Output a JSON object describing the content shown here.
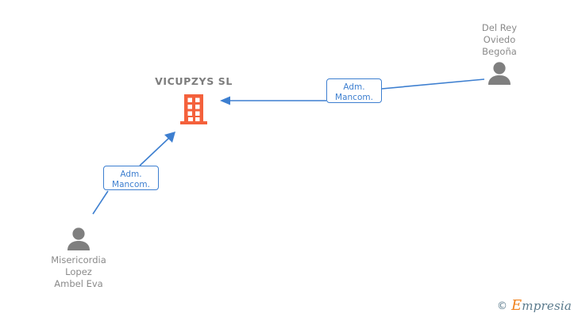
{
  "diagram": {
    "type": "org-relationship-graph",
    "background_color": "#FFFFFF",
    "company": {
      "name": "VICUPZYS  SL",
      "icon": "building-icon",
      "icon_color": "#F4613C",
      "text_color": "#7D7D7D"
    },
    "people": [
      {
        "id": "del-rey-oviedo-begona",
        "name": "Del Rey\nOviedo\nBegoña",
        "icon": "person-avatar-icon",
        "icon_color": "#7F7F7F",
        "position": "top-right"
      },
      {
        "id": "misericordia-lopez-ambel-eva",
        "name": "Misericordia\nLopez\nAmbel Eva",
        "icon": "person-avatar-icon",
        "icon_color": "#7F7F7F",
        "position": "bottom-left"
      }
    ],
    "relations": [
      {
        "id": "relation-del-rey",
        "label": "Adm.\nMancom.",
        "from": "del-rey-oviedo-begona",
        "to": "VICUPZYS  SL",
        "edge_color": "#3D7FD0",
        "arrow": "left"
      },
      {
        "id": "relation-misericordia",
        "label": "Adm.\nMancom.",
        "from": "misericordia-lopez-ambel-eva",
        "to": "VICUPZYS  SL",
        "edge_color": "#3D7FD0",
        "arrow": "up-right"
      }
    ]
  },
  "watermark": {
    "copyright_symbol": "©",
    "brand_initial": "E",
    "brand_rest": "mpresia",
    "brand_color": "#F0821E",
    "text_color": "#5A7A8C"
  }
}
